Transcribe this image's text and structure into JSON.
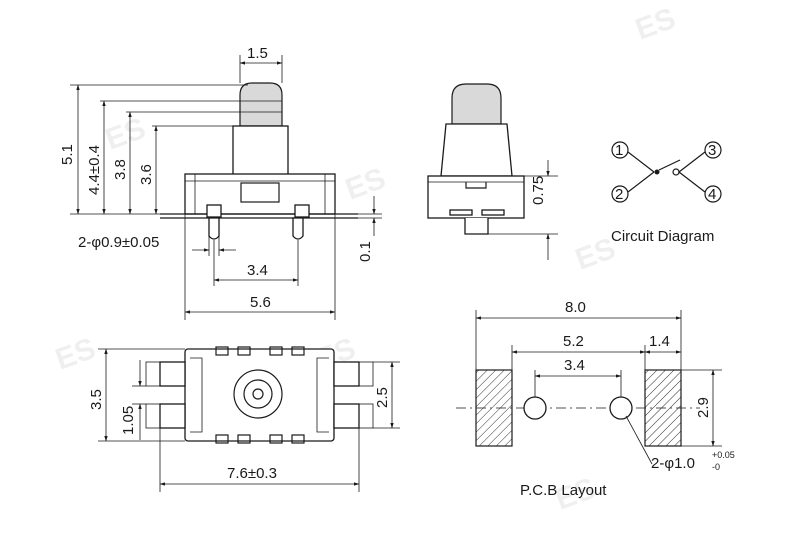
{
  "watermark": "ES",
  "side_view": {
    "dims": {
      "top_width": "1.5",
      "h_total": "5.1",
      "h_44": "4.4±0.4",
      "h_38": "3.8",
      "h_36": "3.6",
      "pin_dia": "2-φ0.9±0.05",
      "pin_span": "3.4",
      "body_width": "5.6"
    }
  },
  "front_view": {
    "dims": {
      "h_075": "0.75",
      "h_01": "0.1"
    }
  },
  "circuit": {
    "title": "Circuit Diagram",
    "pins": [
      "1",
      "2",
      "3",
      "4"
    ]
  },
  "bottom_view": {
    "dims": {
      "h_35": "3.5",
      "h_105": "1.05",
      "h_25": "2.5",
      "width": "7.6±0.3"
    }
  },
  "pcb": {
    "title": "P.C.B Layout",
    "dims": {
      "total": "8.0",
      "center": "5.2",
      "pad": "1.4",
      "inner": "3.4",
      "height": "2.9",
      "hole": "2-φ1.0",
      "tol_plus": "+0.05",
      "tol_minus": "-0"
    }
  }
}
